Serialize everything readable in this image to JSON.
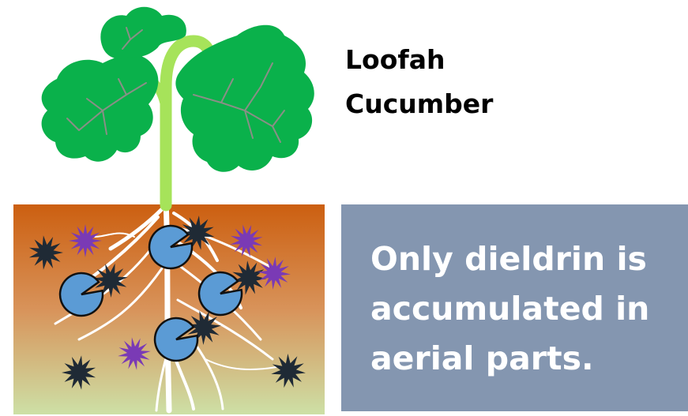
{
  "plants": {
    "name_1": "Loofah",
    "name_2": "Cucumber"
  },
  "info_box": {
    "text": "Only dieldrin is accumulated in aerial parts."
  },
  "colors": {
    "leaf": "#0ab14b",
    "leaf_vein": "#8a8f86",
    "stem": "#a6e35a",
    "soil_top": "#cc5f10",
    "soil_bottom": "#cde0a6",
    "root": "#ffffff",
    "pollutant_dark": "#1f2a35",
    "pollutant_purple": "#7a3ab5",
    "receptor": "#5b9bd5",
    "info_box": "#8496b0"
  }
}
